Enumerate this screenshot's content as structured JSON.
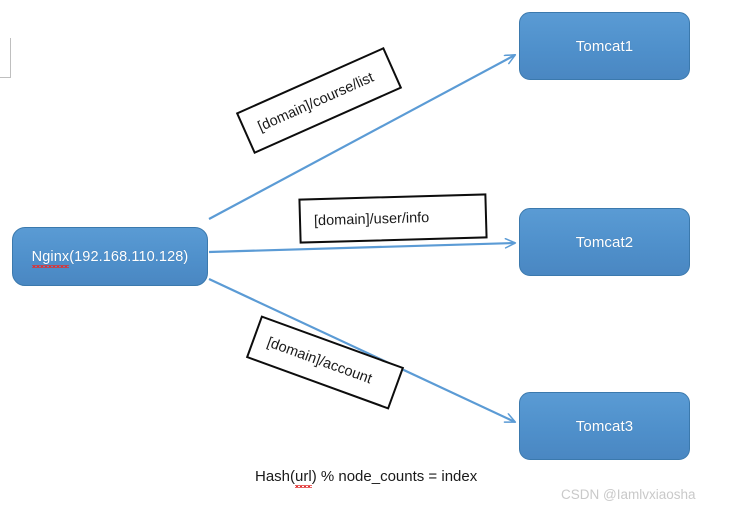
{
  "diagram": {
    "title_caption": "Hash(url) % node_counts = index",
    "watermark": "CSDN @Iamlvxiaosha",
    "colors": {
      "node_fill": "#5a9bd4",
      "node_border": "#3b79ad",
      "node_text": "#ffffff",
      "connector": "#5b9bd5",
      "label_border": "#0d0d0d",
      "label_text": "#1a1a1a",
      "watermark_text": "#c9c9c9",
      "spellcheck_underline": "#e03030"
    },
    "nodes": {
      "nginx": {
        "label_prefix": "Nginx",
        "label_suffix": "(192.168.110.128)",
        "full_label": "Nginx(192.168.110.128)"
      },
      "tomcat1": {
        "label": "Tomcat1"
      },
      "tomcat2": {
        "label": "Tomcat2"
      },
      "tomcat3": {
        "label": "Tomcat3"
      }
    },
    "route_labels": [
      {
        "text": "[domain]/course/list"
      },
      {
        "text": "[domain]/user/info"
      },
      {
        "text": "[domain]/account"
      }
    ],
    "caption_parts": {
      "before": "Hash(",
      "misspelled": "url",
      "after": ") % node_counts = index"
    }
  }
}
